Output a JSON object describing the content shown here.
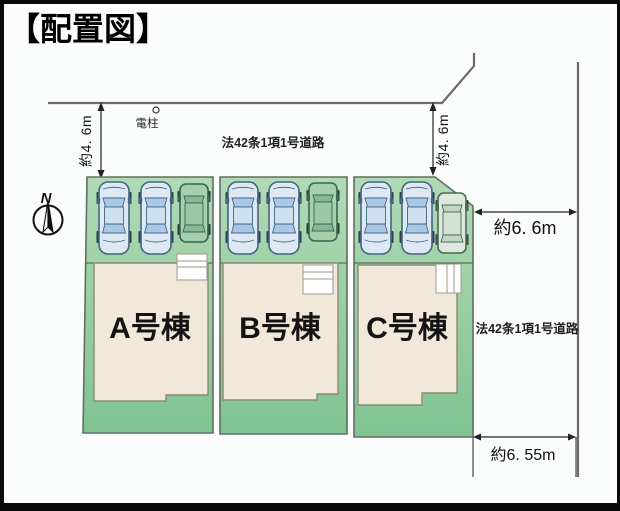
{
  "title": "【配置図】",
  "plan": {
    "north_label": "N",
    "utility_pole_label": "電柱",
    "roads": {
      "top_label": "法42条1項1号道路",
      "right_label": "法42条1項1号道路"
    },
    "dimensions": {
      "frontage_left": "約4. 6m",
      "frontage_right": "約4. 6m",
      "road_width_east": "約6. 6m",
      "road_width_south": "約6. 55m"
    },
    "lots": [
      {
        "name": "A号棟",
        "parking_spaces": 3
      },
      {
        "name": "B号棟",
        "parking_spaces": 3
      },
      {
        "name": "C号棟",
        "parking_spaces": 3
      }
    ],
    "colors": {
      "lot_green": "#9ccfa4",
      "lot_green_dark": "#7fc391",
      "building_beige": "#f1e8d9",
      "car_blue_body": "#dce9f5",
      "car_blue_glass": "#a9c8e6",
      "car_green_body": "#a6cfad",
      "car_light_body": "#dde9de",
      "road_line": "#6b6b6b",
      "frame": "#0a0a0a"
    }
  }
}
